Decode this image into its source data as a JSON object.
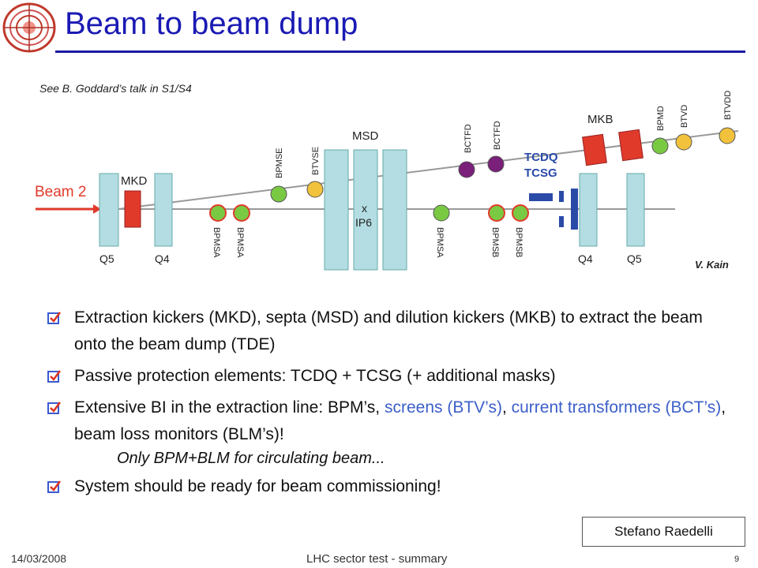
{
  "slide": {
    "title": "Beam to beam dump",
    "note": "See B. Goddard’s talk in S1/S4",
    "author": "Stefano Raedelli",
    "date": "14/03/2008",
    "footer": "LHC sector test - summary",
    "page": "9"
  },
  "diagram": {
    "beam_label": "Beam 2",
    "credit": "V. Kain",
    "ip_label": "x\nIP6",
    "labels": {
      "mkd": "MKD",
      "msd": "MSD",
      "mkb": "MKB",
      "tcdq": "TCDQ",
      "tcsg": "TCSG",
      "q5_left": "Q5",
      "q4_left": "Q4",
      "q4_right": "Q4",
      "q5_right": "Q5",
      "bpmse": "BPMSE",
      "btvse": "BTVSE",
      "bctfd_1": "BCTFD",
      "bctfd_2": "BCTFD",
      "bpmd": "BPMD",
      "btvd": "BTVD",
      "btvdd": "BTVDD",
      "bpmsa_1": "BPMSA",
      "bpmsa_2": "BPMSA",
      "bpmsa_3": "BPMSA",
      "bpmsb_1": "BPMSB",
      "bpmsb_2": "BPMSB",
      "ip": "x",
      "ip6": "IP6"
    },
    "colors": {
      "quad": "#b3dde2",
      "kicker": "#e03a2a",
      "bpm": "#7ac943",
      "btv": "#f2c23c",
      "bct": "#7a1f7a",
      "absorber": "#2a4aa8",
      "label_blue": "#2a4aa8"
    }
  },
  "bullets": [
    {
      "parts": [
        "Extraction kickers (MKD), septa (MSD) and dilution kickers (MKB) to extract the beam onto the beam dump (TDE)"
      ]
    },
    {
      "parts": [
        "Passive protection elements: TCDQ + TCSG (+ additional masks)"
      ]
    },
    {
      "pre": "Extensive BI in the extraction line: BPM’s, ",
      "hl1": "screens (BTV’s)",
      "mid": ", ",
      "hl2": "current transformers (BCT’s)",
      "post": ", beam loss monitors (BLM’s)!",
      "sub": "Only BPM+BLM for circulating beam..."
    },
    {
      "parts": [
        "System should be ready for beam commissioning!"
      ]
    }
  ]
}
